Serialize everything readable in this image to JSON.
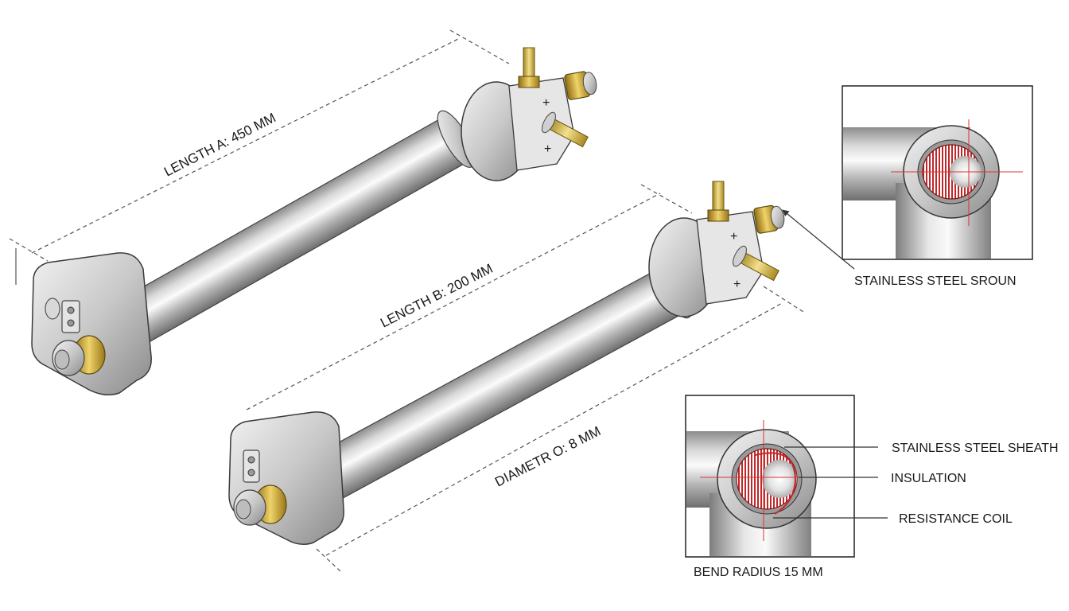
{
  "dimensions": {
    "length_a": "LENGTH A: 450 MM",
    "length_b": "LENGTH B: 200 MM",
    "diameter": "DIAMETR O: 8 MM"
  },
  "detail_top": {
    "label": "STAINLESS STEEL SROUN"
  },
  "detail_bottom": {
    "labels": {
      "sheath": "STAINLESS STEEL SHEATH",
      "insulation": "INSULATION",
      "coil": "RESISTANCE COIL"
    },
    "caption": "BEND RADIUS 15 MM"
  },
  "colors": {
    "steel_light": "#f4f4f4",
    "steel_mid": "#b9b9b9",
    "steel_dark": "#7a7a7a",
    "brass": "#c9a227",
    "coil_red": "#c0282a",
    "outline": "#3a3a3a",
    "dash": "#555555"
  }
}
